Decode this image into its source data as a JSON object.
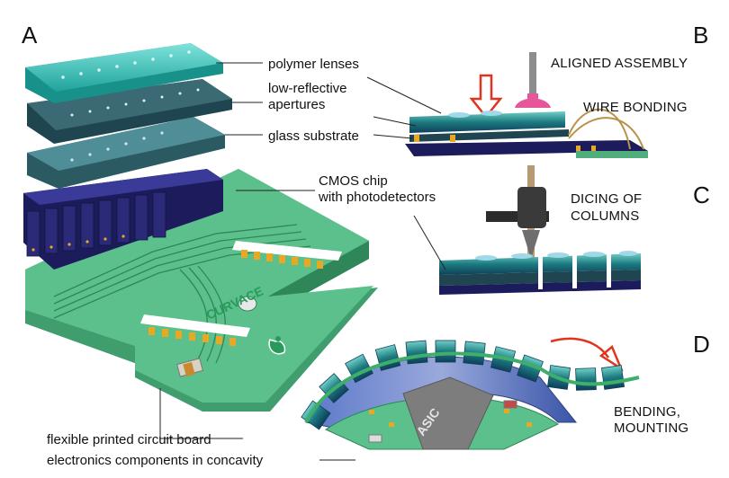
{
  "panels": {
    "a": "A",
    "b": "B",
    "c": "C",
    "d": "D"
  },
  "labels": {
    "polymer_lenses": "polymer lenses",
    "low_reflective_1": "low-reflective",
    "low_reflective_2": "apertures",
    "glass_substrate": "glass substrate",
    "cmos_1": "CMOS chip",
    "cmos_2": "with photodetectors",
    "flexible_pcb": "flexible printed circuit board",
    "electronics": "electronics components in concavity"
  },
  "steps": {
    "aligned_assembly": "ALIGNED ASSEMBLY",
    "wire_bonding": "WIRE BONDING",
    "dicing_1": "DICING OF",
    "dicing_2": "COLUMNS",
    "bending_1": "BENDING,",
    "bending_2": "MOUNTING"
  },
  "board": {
    "logo_text": "CURVACE",
    "asic_text": "ASIC"
  },
  "colors": {
    "lens": "#3fc7bf",
    "aperture": "#2c5a63",
    "glass": "#3e6e77",
    "chip": "#2a2a78",
    "pcb": "#5cc08c",
    "pad": "#e8a824",
    "arrow": "#e0341f",
    "bond": "#e8569a"
  }
}
